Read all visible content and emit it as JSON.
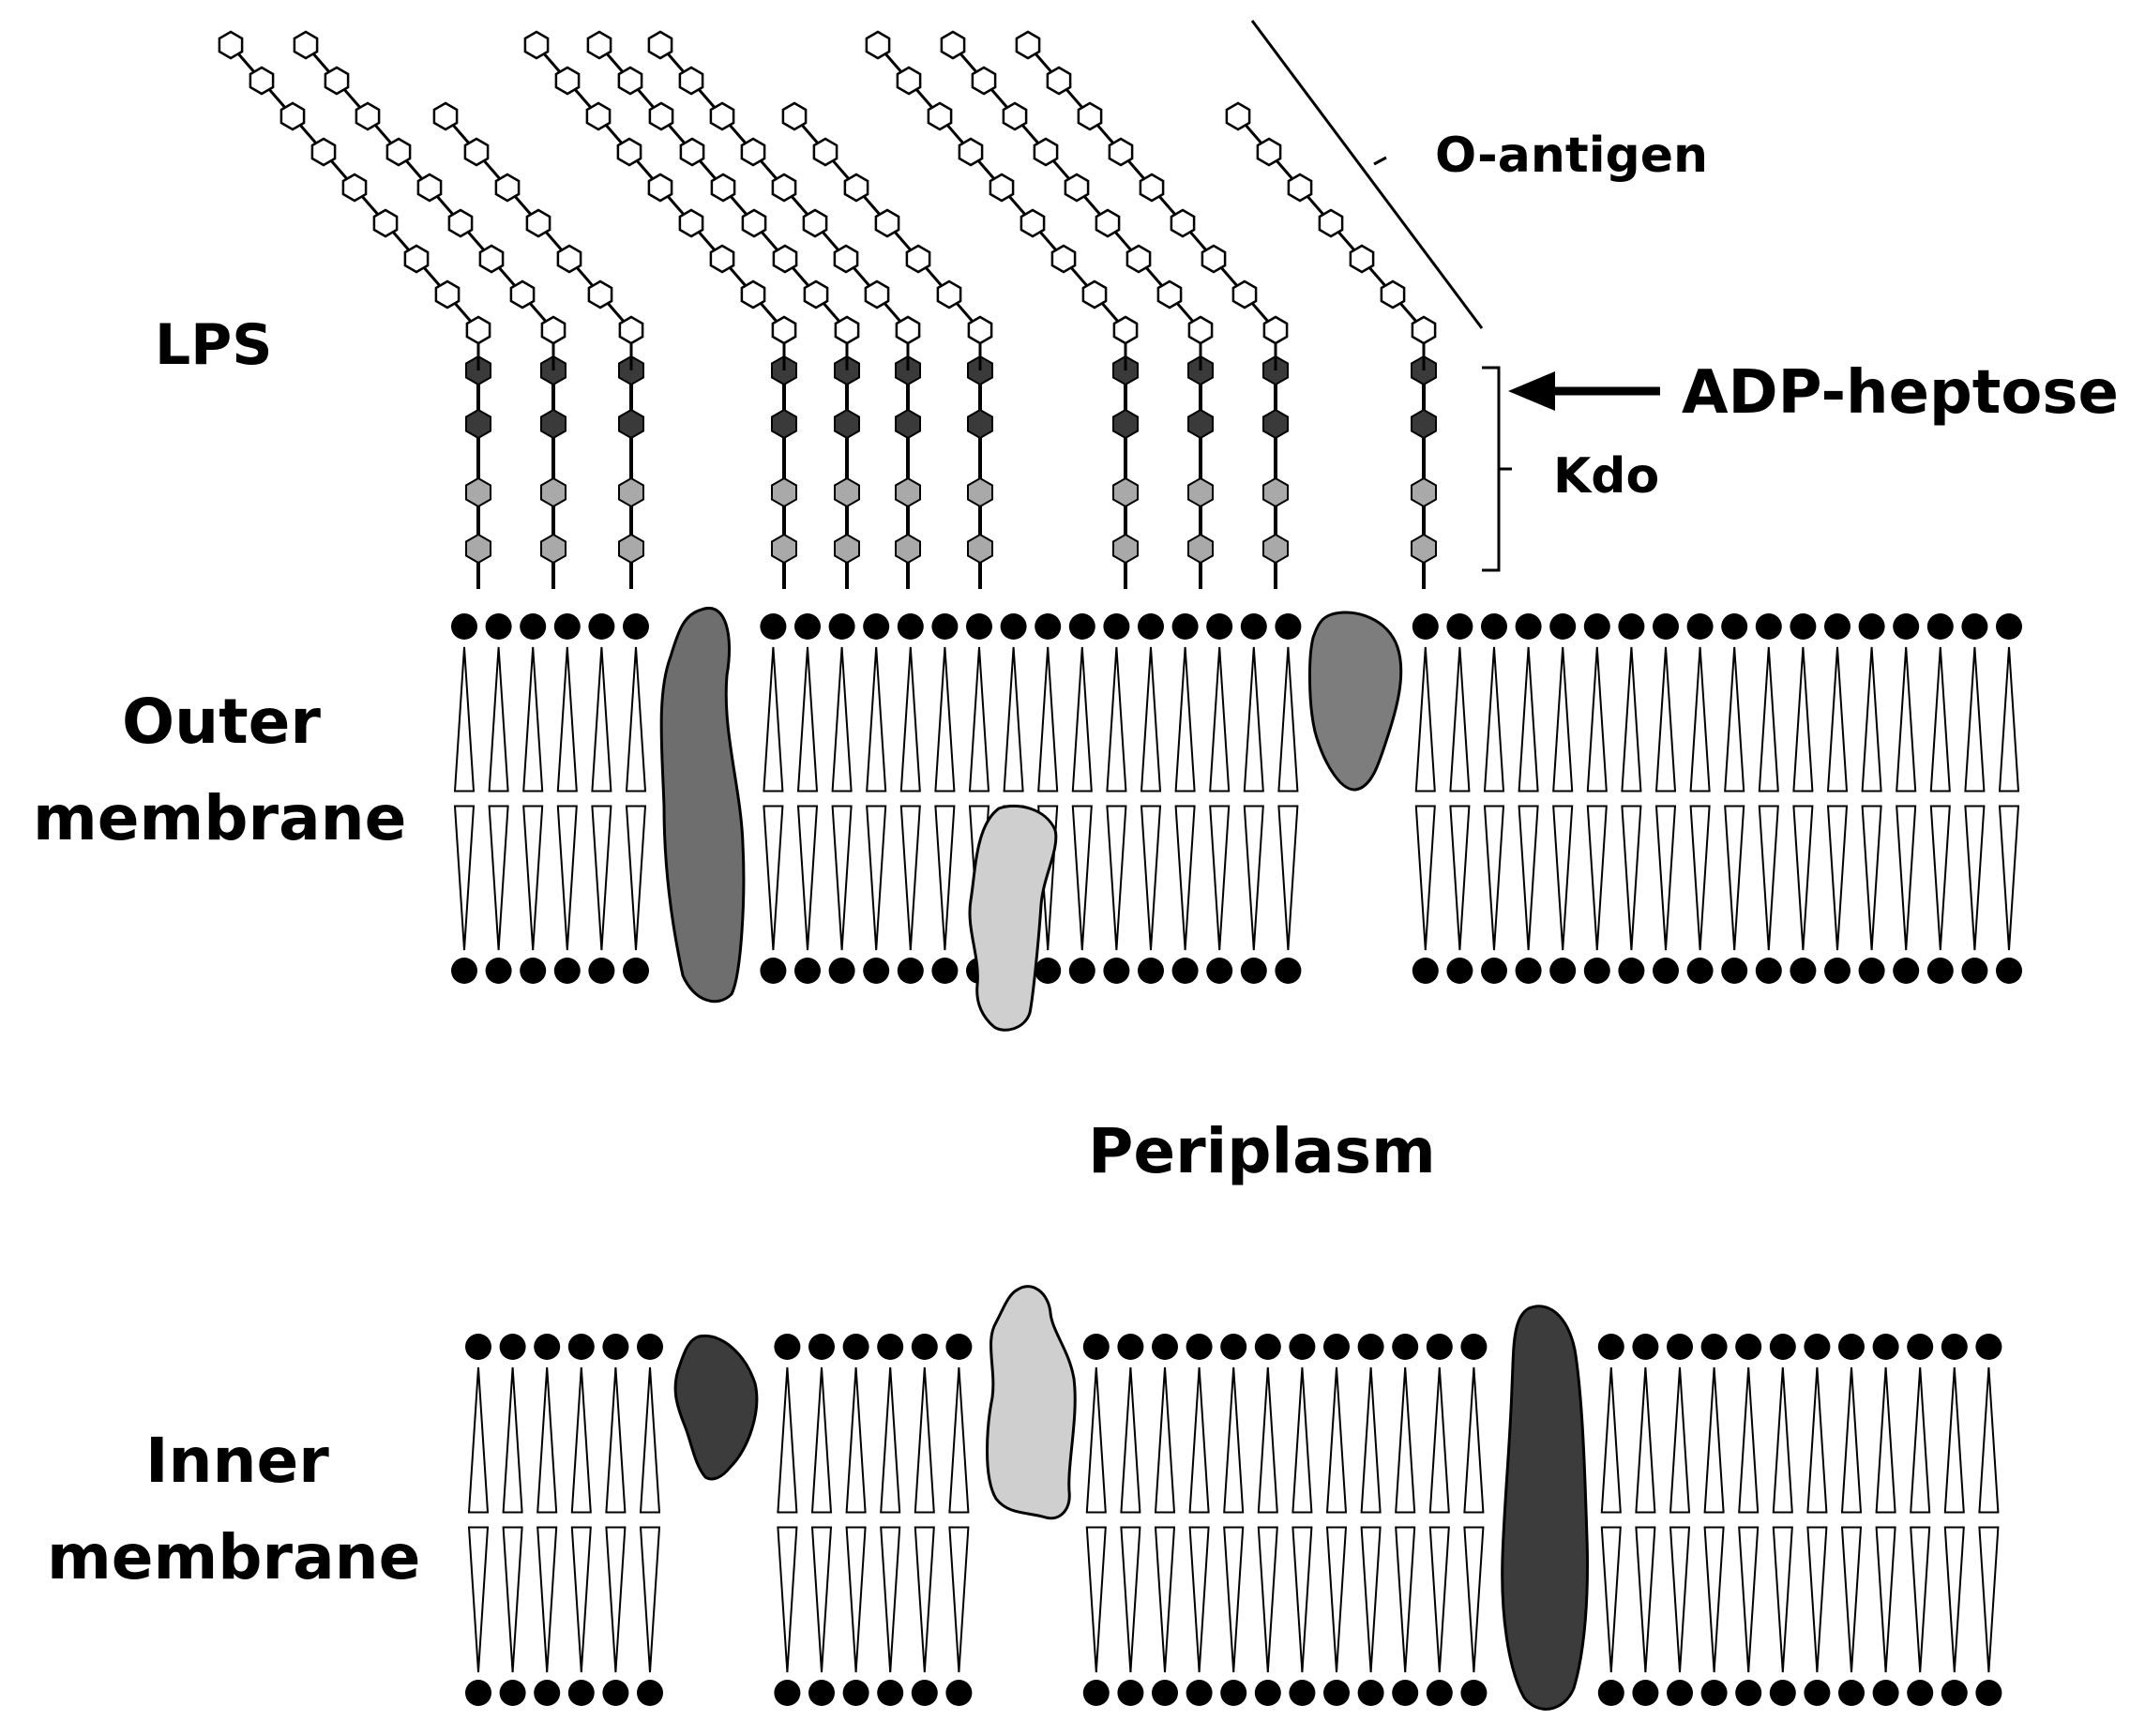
{
  "labels": {
    "lps": "LPS",
    "o_antigen": "O-antigen",
    "adp_heptose": "ADP-heptose",
    "kdo": "Kdo",
    "outer_membrane_line1": "Outer",
    "outer_membrane_line2": "membrane",
    "periplasm": "Periplasm",
    "inner_membrane_line1": "Inner",
    "inner_membrane_line2": "membrane"
  },
  "colors": {
    "background": "#ffffff",
    "ink": "#000000",
    "o_antigen_sugar": "#ffffff",
    "heptose_sugar": "#3a3a3a",
    "kdo_sugar": "#a9a9a9",
    "protein_dark": "#3c3c3c",
    "protein_mid": "#6e6e6e",
    "protein_gray": "#7d7d7d",
    "protein_light": "#cfcfcf"
  }
}
